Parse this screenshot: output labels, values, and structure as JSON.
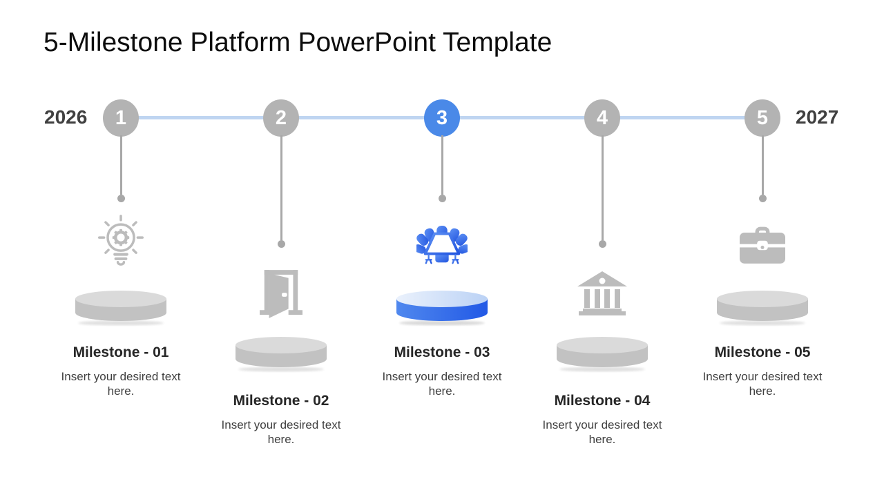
{
  "slide": {
    "title": "5-Milestone Platform PowerPoint Template",
    "timeline": {
      "start_year": "2026",
      "end_year": "2027"
    }
  },
  "colors": {
    "accent_blue": "#4A89E8",
    "track_blue": "#BFD5F1",
    "node_gray": "#B3B3B3",
    "icon_gray": "#BCBCBC",
    "stem_gray": "#A8A8A8",
    "platform_gray_top": "#DADADA",
    "platform_gray_side": "#C2C2C2",
    "platform_blue_gradient": [
      "#5088EE",
      "#2259E6"
    ],
    "title_text": "#0C0C0C",
    "year_text": "#404040",
    "milestone_title_text": "#262626",
    "body_text": "#3F3F3F"
  },
  "milestones": [
    {
      "number": "1",
      "title": "Milestone - 01",
      "description": "Insert your desired text here.",
      "icon": "idea-lightbulb-gear",
      "highlighted": false
    },
    {
      "number": "2",
      "title": "Milestone - 02",
      "description": "Insert your desired text here.",
      "icon": "open-door",
      "highlighted": false
    },
    {
      "number": "3",
      "title": "Milestone - 03",
      "description": "Insert your desired text here.",
      "icon": "meeting-table",
      "highlighted": true
    },
    {
      "number": "4",
      "title": "Milestone - 04",
      "description": "Insert your desired text here.",
      "icon": "bank-building",
      "highlighted": false
    },
    {
      "number": "5",
      "title": "Milestone - 05",
      "description": "Insert your desired text here.",
      "icon": "briefcase",
      "highlighted": false
    }
  ]
}
